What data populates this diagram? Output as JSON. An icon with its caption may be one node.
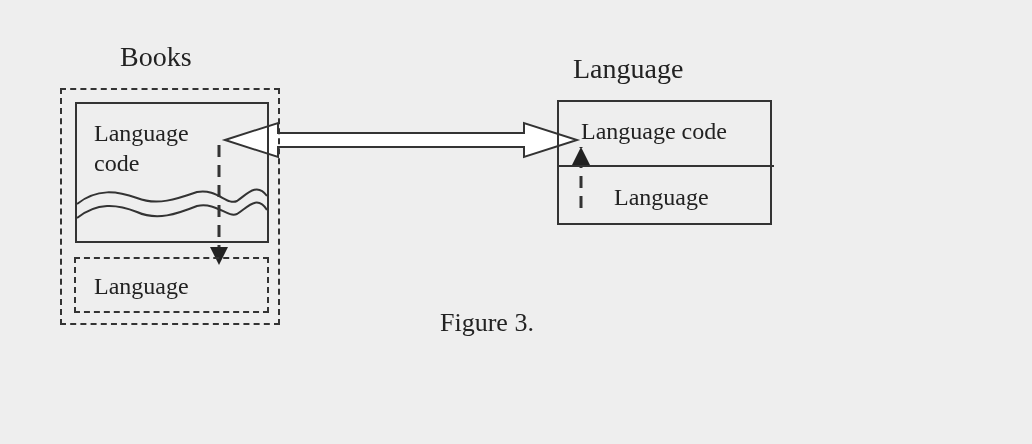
{
  "diagram": {
    "caption": "Figure 3.",
    "nodes": [
      {
        "text": [
          "Books"
        ]
      },
      {
        "text": [
          "Language code"
        ],
        "in": 0
      },
      {
        "text": [
          "Language"
        ],
        "in": 0
      },
      {
        "text": [
          "Language"
        ]
      },
      {
        "text": [
          "Language code"
        ],
        "in": 3
      },
      {
        "text": [
          "Language"
        ],
        "in": 3
      }
    ],
    "edges": [
      {
        "from": 1,
        "to": 4,
        "arrow": "both",
        "style": "thick"
      },
      {
        "from": 1,
        "to": 2,
        "arrow": "to",
        "style": "dashed"
      },
      {
        "from": 5,
        "to": 4,
        "arrow": "to",
        "style": "dashed"
      }
    ]
  }
}
